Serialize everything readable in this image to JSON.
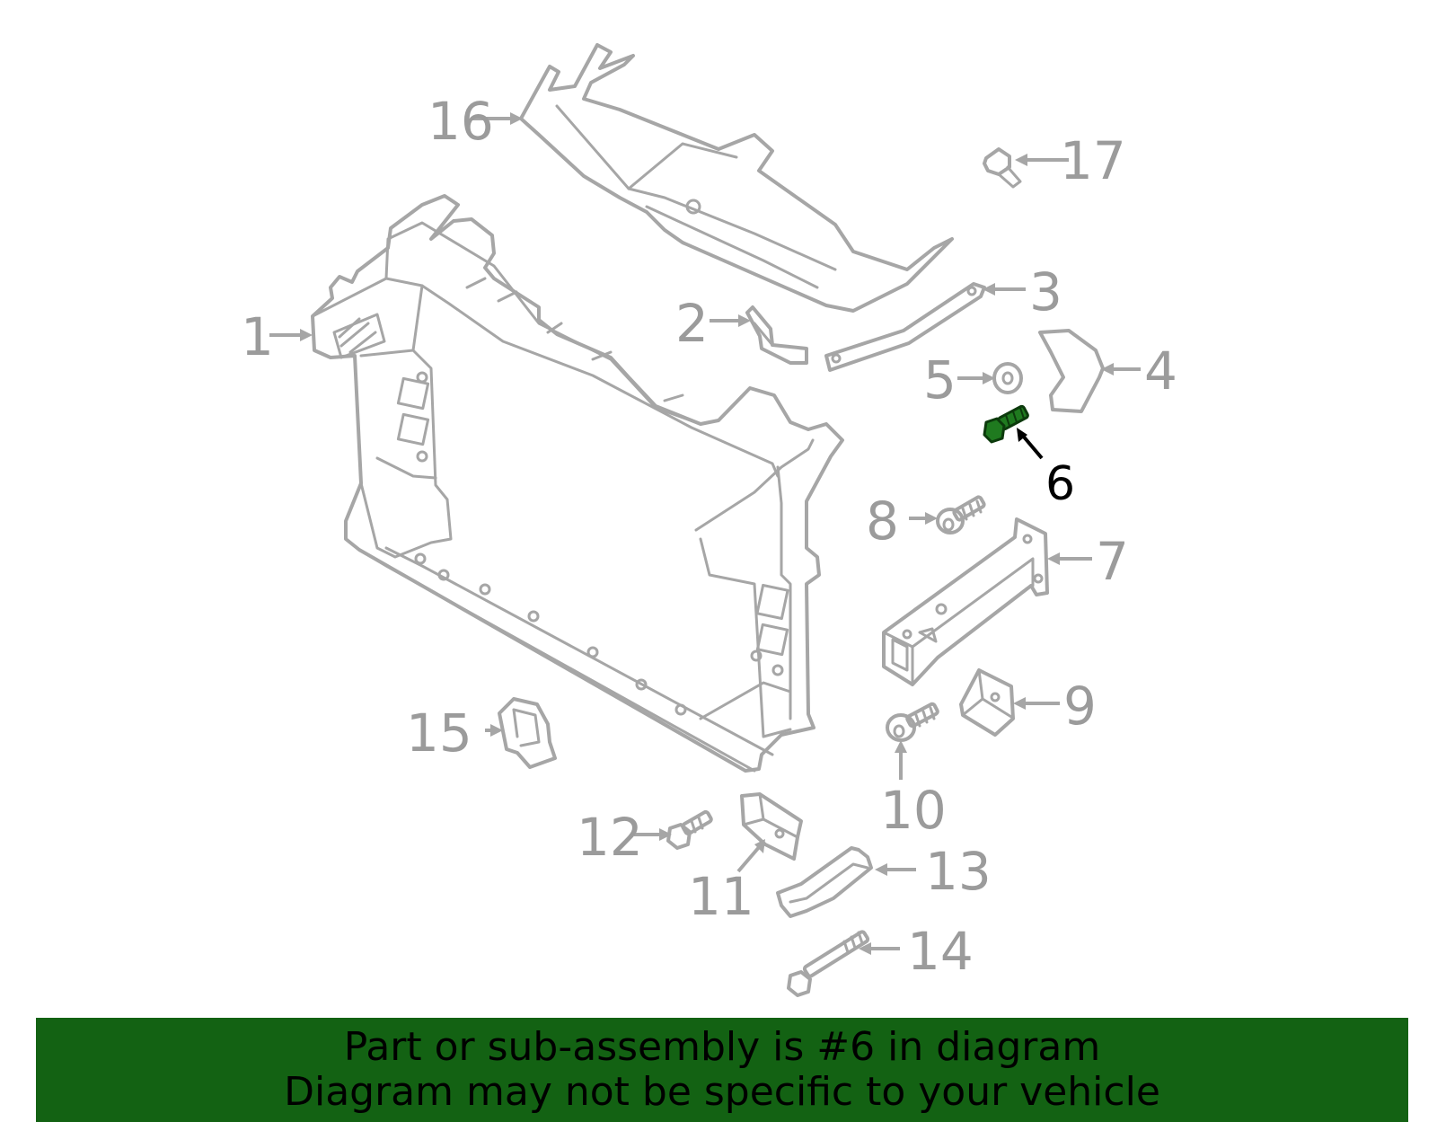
{
  "highlight_color": "#136213",
  "highlight_part_color": "#1f7a1f",
  "callouts": [
    {
      "id": "callout-1",
      "label": "1"
    },
    {
      "id": "callout-2",
      "label": "2"
    },
    {
      "id": "callout-3",
      "label": "3"
    },
    {
      "id": "callout-4",
      "label": "4"
    },
    {
      "id": "callout-5",
      "label": "5"
    },
    {
      "id": "callout-6",
      "label": "6",
      "highlighted": true
    },
    {
      "id": "callout-7",
      "label": "7"
    },
    {
      "id": "callout-8",
      "label": "8"
    },
    {
      "id": "callout-9",
      "label": "9"
    },
    {
      "id": "callout-10",
      "label": "10"
    },
    {
      "id": "callout-11",
      "label": "11"
    },
    {
      "id": "callout-12",
      "label": "12"
    },
    {
      "id": "callout-13",
      "label": "13"
    },
    {
      "id": "callout-14",
      "label": "14"
    },
    {
      "id": "callout-15",
      "label": "15"
    },
    {
      "id": "callout-16",
      "label": "16"
    },
    {
      "id": "callout-17",
      "label": "17"
    }
  ],
  "banner": {
    "line1": "Part or sub-assembly is #6 in diagram",
    "line2": "Diagram may not be specific to your vehicle"
  }
}
